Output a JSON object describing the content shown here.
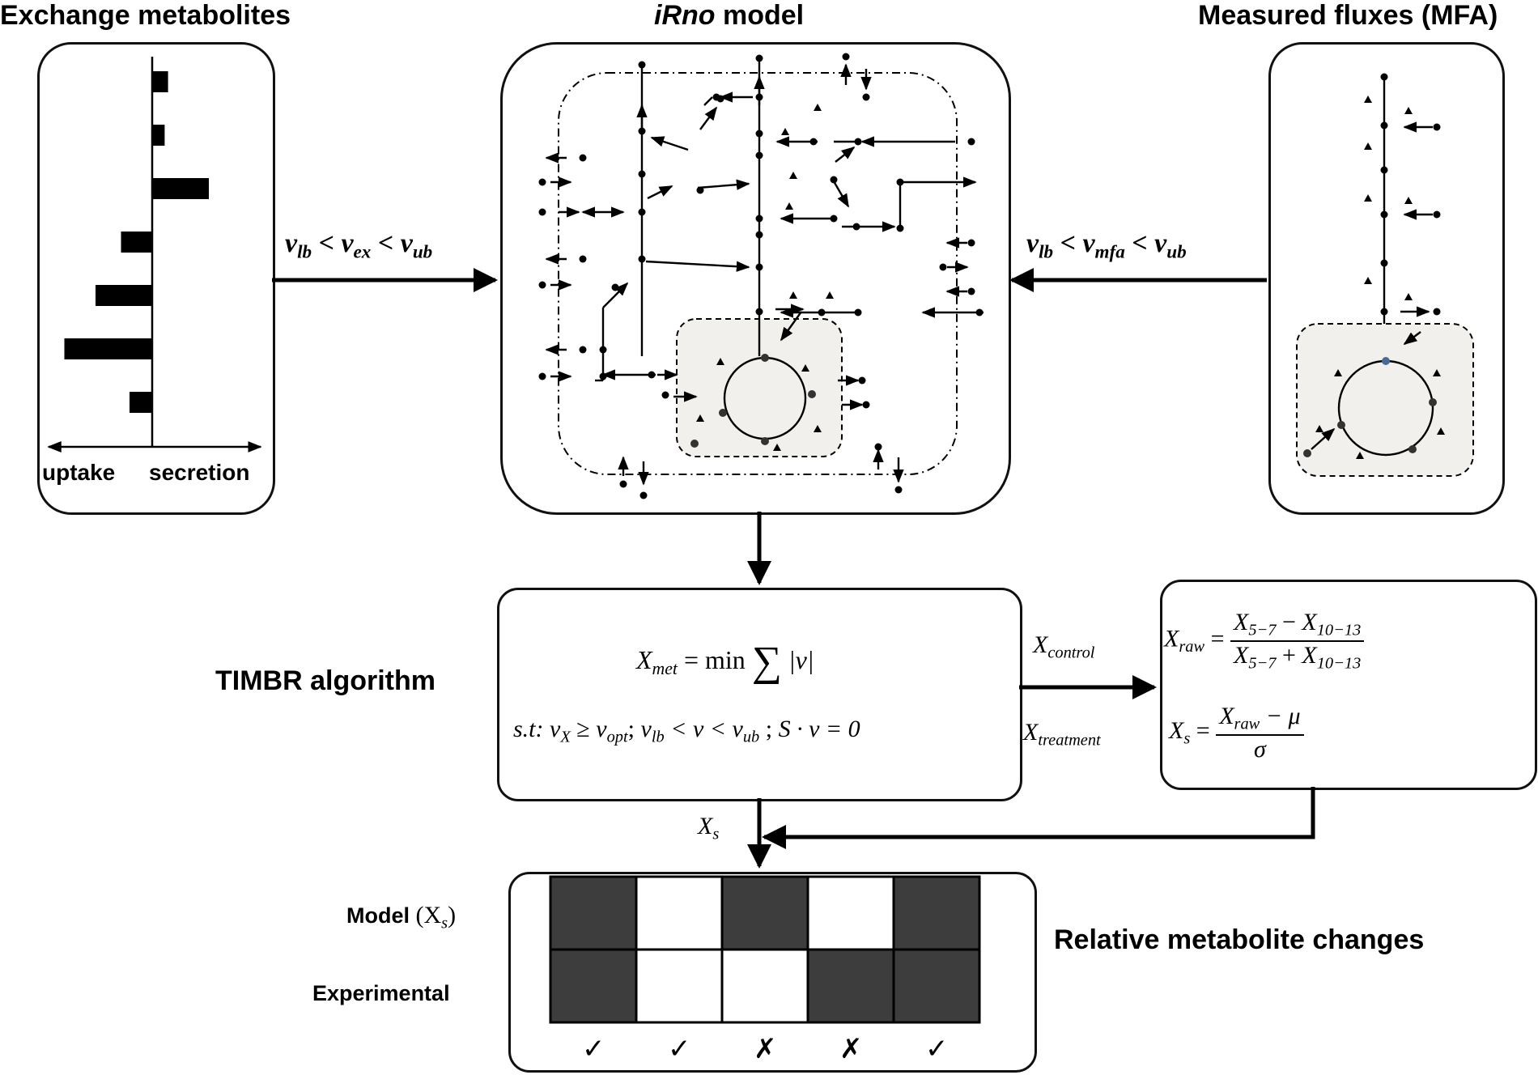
{
  "titles": {
    "exchange": "Exchange metabolites",
    "model_italic": "iRno",
    "model_rest": " model",
    "mfa": "Measured fluxes (MFA)",
    "timbr": "TIMBR algorithm",
    "relative": "Relative metabolite changes"
  },
  "exchange_panel": {
    "uptake": "uptake",
    "secretion": "secretion",
    "bars_note": "relative flux magnitudes (negative = uptake, positive = secretion)",
    "bars": [
      0.28,
      0.22,
      1.0,
      -0.55,
      -1.0,
      -1.55,
      -0.4
    ]
  },
  "constraints": {
    "ex": {
      "v": "v",
      "lb": "lb",
      "lt1": " < ",
      "mid": "ex",
      "lt2": " < ",
      "ub": "ub"
    },
    "mfa": {
      "v": "v",
      "lb": "lb",
      "lt1": " < ",
      "mid": "mfa",
      "lt2": " < ",
      "ub": "ub"
    }
  },
  "timbr": {
    "x": "X",
    "met": "met",
    "eq": " = min ",
    "sum": "∑",
    "absv": " |v|",
    "st": "s.t: ",
    "vx": "v",
    "xsub": "X",
    "ge": " ≥ ",
    "vopt": "v",
    "opt": "opt",
    "semi1": "; ",
    "vlb": "v",
    "lb": "lb",
    "lt": "  < v < ",
    "vub": "v",
    "ub": "ub",
    "semi2": " ; ",
    "stoich": "S · v = 0"
  },
  "arrow_labels": {
    "control_x": "X",
    "control_sub": "control",
    "treatment_x": "X",
    "treatment_sub": "treatment",
    "xs_x": "X",
    "xs_sub": "s"
  },
  "score": {
    "raw_x": "X",
    "raw_sub": "raw",
    "num_a": "X",
    "num_a_sub": "5−7",
    "num_minus": " − ",
    "num_b": "X",
    "num_b_sub": "10−13",
    "den_plus": " + ",
    "xs_x": "X",
    "xs_sub": "s",
    "z_minus": " − μ",
    "sigma": "σ",
    "eq": " = "
  },
  "comparison": {
    "model_label": "Model ",
    "model_math": "(X",
    "model_sub": "s",
    "model_close": ")",
    "exp_label": "Experimental",
    "model_row": [
      1,
      0,
      1,
      0,
      1
    ],
    "exp_row": [
      1,
      0,
      0,
      1,
      1
    ],
    "marks": [
      "✓",
      "✓",
      "✗",
      "✗",
      "✓"
    ],
    "dark_color": "#3d3d3d",
    "light_color": "#ffffff"
  }
}
